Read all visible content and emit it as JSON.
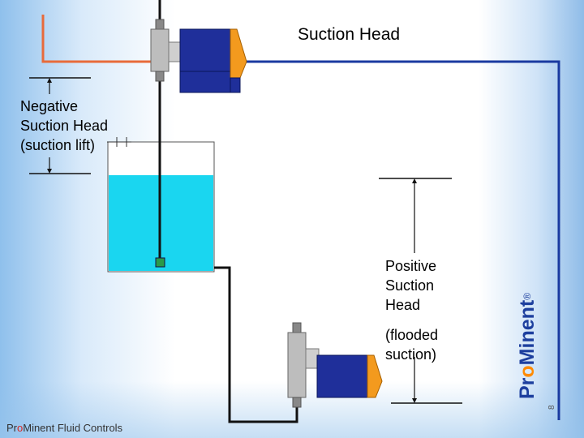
{
  "title": "Suction Head",
  "negative_label": "Negative Suction Head (suction lift)",
  "positive_label": "Positive Suction Head",
  "flooded_label": " (flooded suction)",
  "footer": {
    "brand_part1": "Pr",
    "brand_o": "o",
    "brand_part2": "Minent Fluid Controls"
  },
  "logo": {
    "part1": "Pr",
    "o": "o",
    "part2": "Minent",
    "reg": "®"
  },
  "page_number": "8",
  "colors": {
    "pump_body": "#1f2f9a",
    "pump_cap": "#f39a1e",
    "liquid": "#1ad6f0",
    "pipe_orange": "#e86b3a",
    "pipe_blue": "#1a3aa0",
    "logo_blue": "#1d3f9e"
  }
}
